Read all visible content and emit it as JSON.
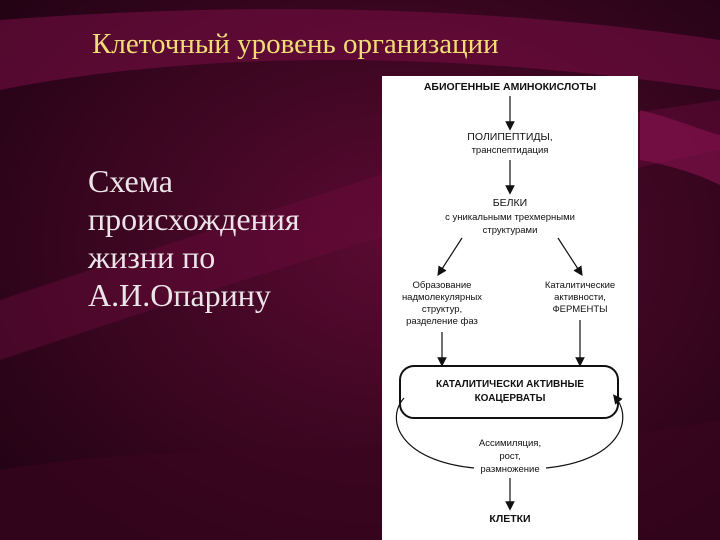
{
  "slide": {
    "title": "Клеточный уровень организации",
    "body_lines": [
      "Схема",
      "происхождения",
      "жизни по",
      "А.И.Опарину"
    ]
  },
  "scheme": {
    "n1": "АБИОГЕННЫЕ АМИНОКИСЛОТЫ",
    "n2_title": "ПОЛИПЕПТИДЫ,",
    "n2_sub": "транспептидация",
    "n3_title": "БЕЛКИ",
    "n3_sub1": "с уникальными трехмерными",
    "n3_sub2": "структурами",
    "n4_l1": "Образование",
    "n4_l2": "надмолекулярных",
    "n4_l3": "структур,",
    "n4_l4": "разделение фаз",
    "n5_l1": "Каталитические",
    "n5_l2": "активности,",
    "n5_l3": "ФЕРМЕНТЫ",
    "n6_l1": "КАТАЛИТИЧЕСКИ АКТИВНЫЕ",
    "n6_l2": "КОАЦЕРВАТЫ",
    "n7_l1": "Ассимиляция,",
    "n7_l2": "рост,",
    "n7_l3": "размножение",
    "n8": "КЛЕТКИ"
  },
  "colors": {
    "background": "#2a0418",
    "accent_band": "#7a0f45",
    "title": "#f2dc78",
    "body_text": "#ece4e8"
  }
}
